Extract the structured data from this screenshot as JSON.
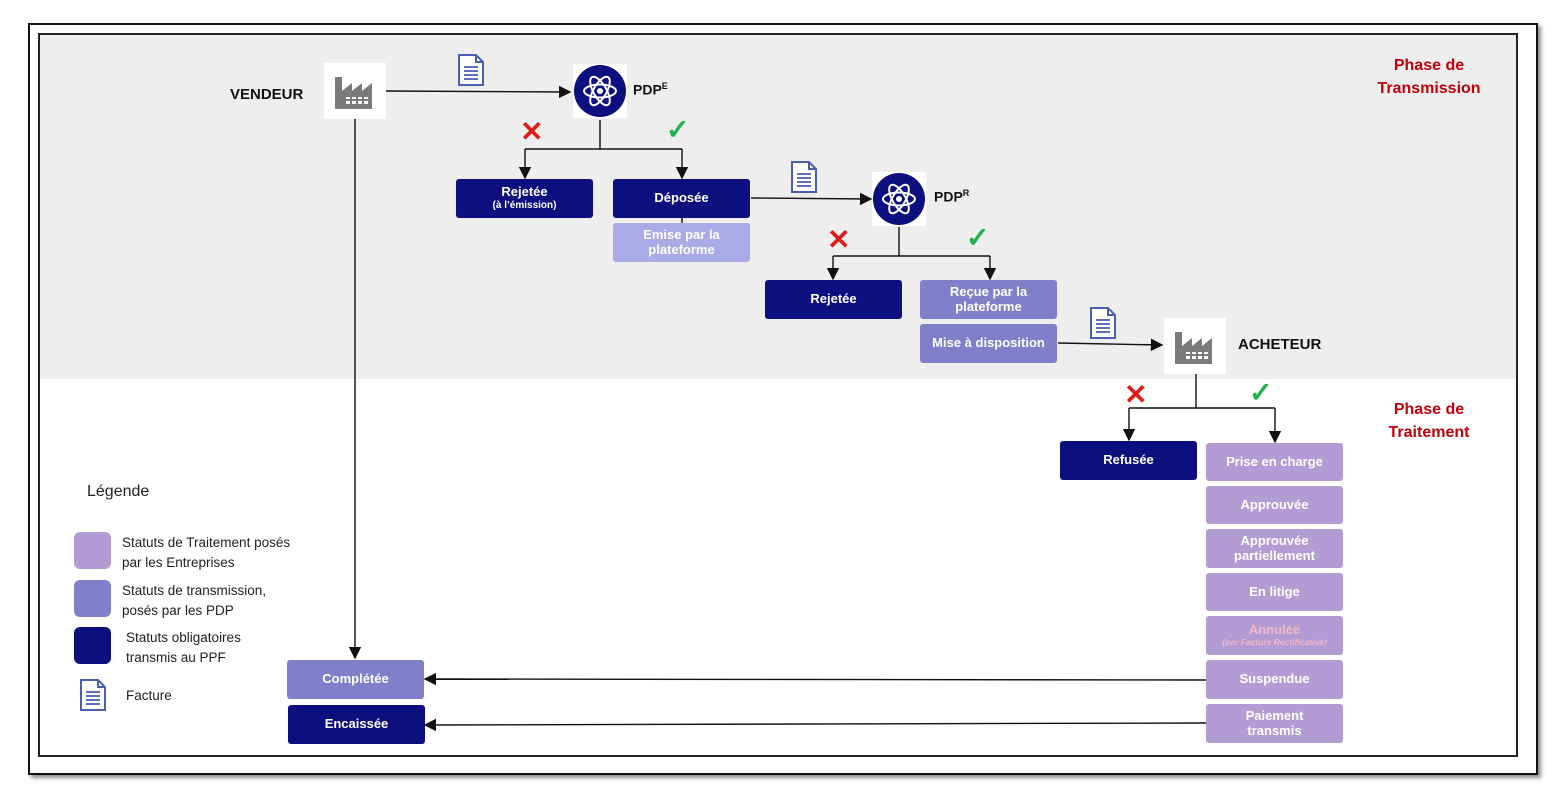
{
  "actors": {
    "vendeur": "VENDEUR",
    "acheteur": "ACHETEUR"
  },
  "pdp": {
    "emitter_base": "PDP",
    "emitter_sup": "E",
    "receiver_base": "PDP",
    "receiver_sup": "R"
  },
  "phases": {
    "transmission": "Phase de Transmission",
    "traitement": "Phase de Traitement"
  },
  "statuses": {
    "rejetee_emission": "Rejetée",
    "rejetee_emission_sub": "(à l’émission)",
    "deposee": "Déposée",
    "emise_plateforme": "Emise par la plateforme",
    "rejetee": "Rejetée",
    "recue_plateforme": "Reçue par la plateforme",
    "mise_disposition": "Mise à disposition",
    "refusee": "Refusée",
    "prise_en_charge": "Prise en charge",
    "approuvee": "Approuvée",
    "approuvee_partiellement": "Approuvée partiellement",
    "en_litige": "En litige",
    "annulee": "Annulée",
    "annulee_sub": "(par Facture Rectificative)",
    "suspendue": "Suspendue",
    "paiement_transmis": "Paiement transmis",
    "completee": "Complétée",
    "encaissee": "Encaissée"
  },
  "legend": {
    "title": "Légende",
    "item1": "Statuts de Traitement posés par les Entreprises",
    "item2": "Statuts de transmission, posés par les PDP",
    "item3": "Statuts obligatoires transmis au PPF",
    "item4": "Facture"
  },
  "colors": {
    "dark": "#0d0f7f",
    "mid": "#7f80c9",
    "light": "#a9aae6",
    "lavender": "#b39bd4",
    "phase_red": "#c0000b",
    "reject_red": "#e01b1b",
    "accept_green": "#1fb14a"
  },
  "icons": {
    "factory": "factory-icon",
    "atom": "atom-icon",
    "document": "document-icon",
    "reject": "cross-icon",
    "accept": "check-icon"
  }
}
